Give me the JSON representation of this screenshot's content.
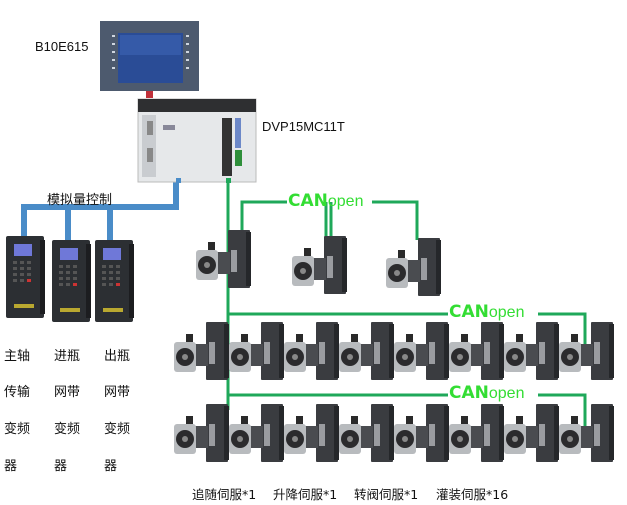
{
  "hmi": {
    "model": "B10E615"
  },
  "plc": {
    "model": "DVP15MC11T"
  },
  "analog_bus": {
    "label": "模拟量控制"
  },
  "canopen": {
    "label_can": "CAN",
    "label_open": "open"
  },
  "vfds": [
    {
      "lines": [
        "主轴",
        "传输",
        "变频",
        "器"
      ]
    },
    {
      "lines": [
        "进瓶",
        "网带",
        "变频",
        "器"
      ]
    },
    {
      "lines": [
        "出瓶",
        "网带",
        "变频",
        "器"
      ]
    }
  ],
  "servo_groups": [
    {
      "label": "追随伺服*1"
    },
    {
      "label": "升降伺服*1"
    },
    {
      "label": "转阀伺服*1"
    },
    {
      "label": "灌装伺服*16"
    }
  ],
  "colors": {
    "can_line": "#1fa85a",
    "can_text": "#33dd33",
    "analog_line": "#4a8cc8"
  }
}
